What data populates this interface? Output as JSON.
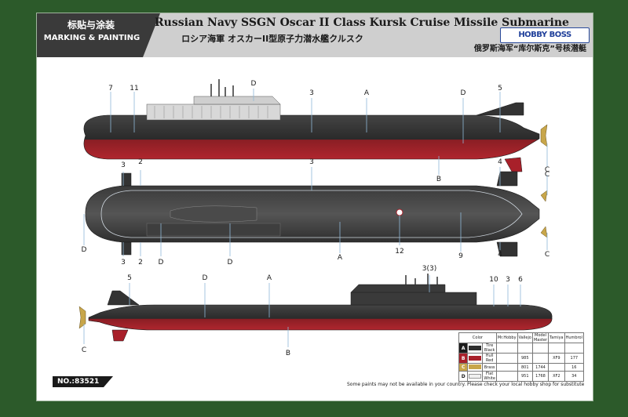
{
  "header": {
    "marking_cn": "标贴与涂装",
    "marking_en": "MARKING & PAINTING",
    "title_en": "Russian Navy SSGN Oscar II Class Kursk Cruise Missile Submarine",
    "title_jp": "ロシア海軍 オスカーII型原子力潜水艦クルスク",
    "title_cn": "俄罗斯海军“库尔斯克”号核潜艇",
    "logo": "HOBBY BOSS"
  },
  "callouts": {
    "side_top": [
      "7",
      "11",
      "D",
      "3",
      "A",
      "D",
      "5",
      "C",
      "B"
    ],
    "plan": [
      "3",
      "2",
      "3",
      "4",
      "C",
      "D",
      "3",
      "2",
      "D",
      "D",
      "A",
      "12",
      "9",
      "4",
      "C"
    ],
    "side_bottom": [
      "5",
      "D",
      "A",
      "3(3)",
      "10",
      "3",
      "6",
      "C",
      "B"
    ]
  },
  "legend": {
    "headers": [
      "Color",
      "Mr.Hobby",
      "Vallejo",
      "Model Master",
      "Tamiya",
      "Humbrol"
    ],
    "rows": [
      {
        "code": "A",
        "color": "#2e2e2e",
        "name": "Tire Black",
        "mrhobby": "",
        "vallejo": "",
        "modelmaster": "",
        "tamiya": "",
        "humbrol": ""
      },
      {
        "code": "B",
        "color": "#a8202a",
        "name": "Hull Red",
        "mrhobby": "",
        "vallejo": "985",
        "modelmaster": "",
        "tamiya": "XF9",
        "humbrol": "177"
      },
      {
        "code": "C",
        "color": "#c8a64a",
        "name": "Brass",
        "mrhobby": "",
        "vallejo": "801",
        "modelmaster": "1744",
        "tamiya": "",
        "humbrol": "16"
      },
      {
        "code": "D",
        "color": "#f0f0f0",
        "name": "Flat White",
        "mrhobby": "",
        "vallejo": "951",
        "modelmaster": "1768",
        "tamiya": "XF2",
        "humbrol": "34"
      }
    ]
  },
  "footer": {
    "kit_no": "NO.:83521",
    "note": "Some paints may not be available in your country. Please check your local hobby shop for substitute"
  }
}
